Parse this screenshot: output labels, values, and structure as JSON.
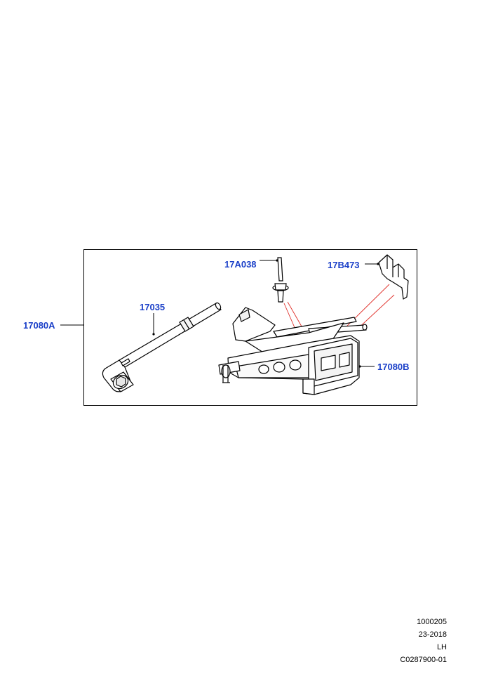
{
  "callouts": {
    "main_assembly": "17080A",
    "wheel_brace": "17035",
    "jack_handle": "17A038",
    "bracket": "17B473",
    "jack": "17080B"
  },
  "footer": {
    "line1": "1000205",
    "line2": "23-2018",
    "line3": "LH",
    "line4": "C0287900-01"
  },
  "colors": {
    "callout_text": "#1a3fc8",
    "leader_red": "#e0302a",
    "line_black": "#000000"
  }
}
